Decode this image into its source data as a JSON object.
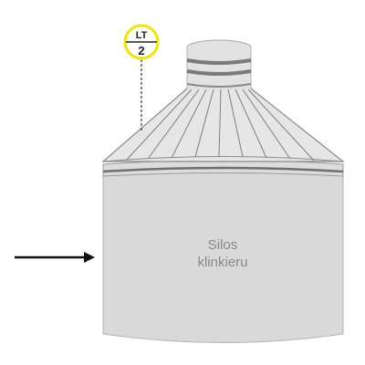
{
  "silo": {
    "name_line1": "Silos",
    "name_line2": "klinkieru"
  },
  "instrument": {
    "code": "LT",
    "number": "2"
  },
  "colors": {
    "silo_body": "#d9d9d9",
    "silo_outline": "#9a9a9a",
    "roof": "#e4e4e4",
    "band": "#7a7a7a",
    "tag_ring": "#f2e600",
    "arrow": "#111111"
  }
}
